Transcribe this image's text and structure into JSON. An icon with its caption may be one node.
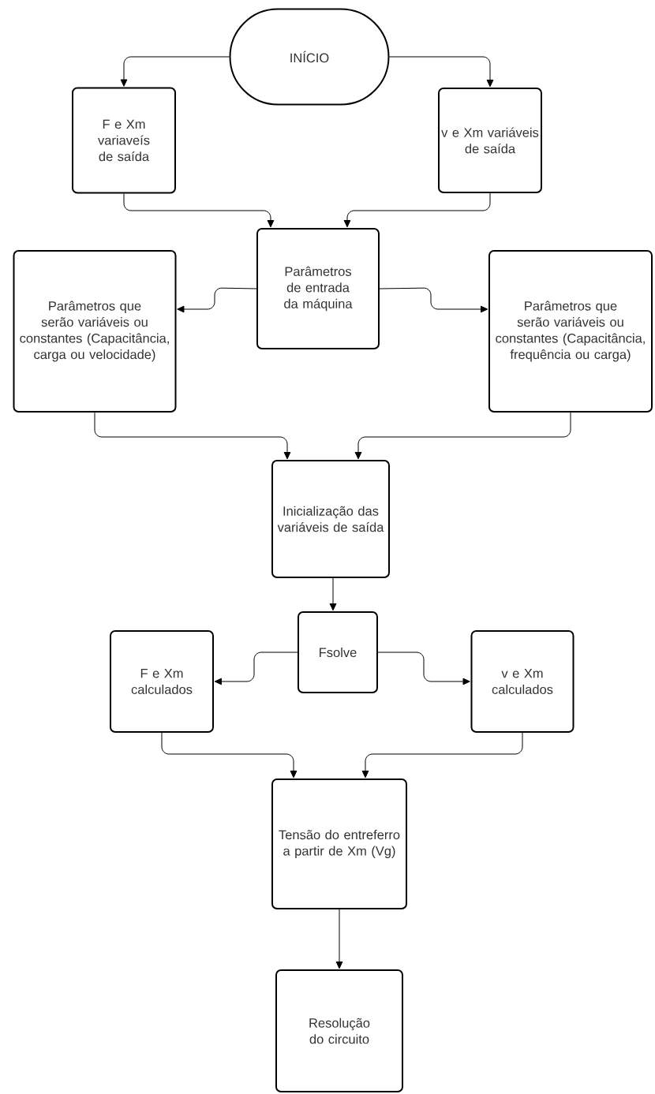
{
  "diagram": {
    "nodes": [
      {
        "text": [
          "INÍCIO"
        ]
      },
      {
        "text": [
          "F e Xm variaveís de saída"
        ]
      },
      {
        "text": [
          "v e Xm variáveis de saída"
        ]
      },
      {
        "text": [
          "Parâmetros de entrada da máquina"
        ]
      },
      {
        "text": [
          "Parâmetros que serão variáveis ou constantes (Capacitância, carga ou velocidade)"
        ]
      },
      {
        "text": [
          "Parâmetros que serão variáveis ou constantes (Capacitância, frequência ou carga)"
        ]
      },
      {
        "text": [
          "Inicialização das variáveis de saída"
        ]
      },
      {
        "text": [
          "Fsolve"
        ]
      },
      {
        "text": [
          "F e Xm calculados"
        ]
      },
      {
        "text": [
          "v e Xm calculados"
        ]
      },
      {
        "text": [
          "Tensão do entreferro a partir de Xm (Vg)"
        ]
      },
      {
        "text": [
          "Resolução do circuito"
        ]
      }
    ],
    "edges": [
      {
        "from": 0,
        "to": 1,
        "arrow": "to"
      },
      {
        "from": 0,
        "to": 2,
        "arrow": "to"
      },
      {
        "from": 1,
        "to": 3,
        "arrow": "to"
      },
      {
        "from": 2,
        "to": 3,
        "arrow": "to"
      },
      {
        "from": 3,
        "to": 4,
        "arrow": "to"
      },
      {
        "from": 3,
        "to": 5,
        "arrow": "to"
      },
      {
        "from": 4,
        "to": 6,
        "arrow": "to"
      },
      {
        "from": 5,
        "to": 6,
        "arrow": "to"
      },
      {
        "from": 6,
        "to": 7,
        "arrow": "to"
      },
      {
        "from": 7,
        "to": 8,
        "arrow": "to"
      },
      {
        "from": 7,
        "to": 9,
        "arrow": "to"
      },
      {
        "from": 8,
        "to": 10,
        "arrow": "to"
      },
      {
        "from": 9,
        "to": 10,
        "arrow": "to"
      },
      {
        "from": 10,
        "to": 11,
        "arrow": "to"
      }
    ]
  }
}
